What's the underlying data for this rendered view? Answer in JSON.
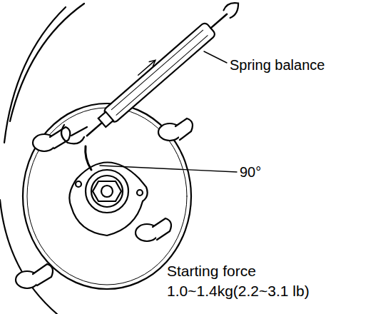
{
  "diagram": {
    "labels": [
      "Spring balance",
      "90°",
      "Starting force",
      "1.0~1.4kg(2.2~3.1 lb)"
    ]
  }
}
